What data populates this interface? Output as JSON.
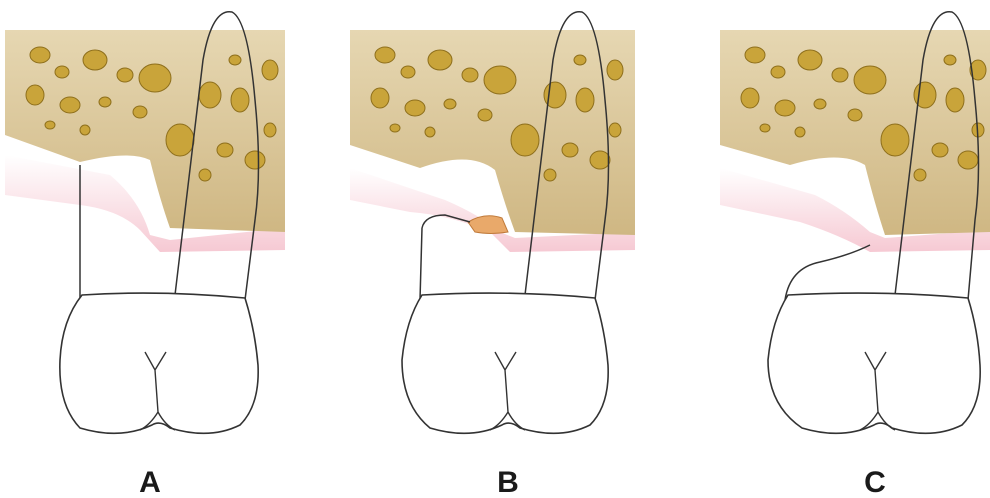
{
  "panels": [
    {
      "label": "A"
    },
    {
      "label": "B"
    },
    {
      "label": "C"
    }
  ],
  "colors": {
    "bone": "#dcc89a",
    "bone_dark": "#c8ad6e",
    "pore": "#c9a43a",
    "pore_dark": "#8e6f1c",
    "soft_tissue": "#f6d3da",
    "soft_tissue_edge": "#f0aebd",
    "tooth_fill": "#ffffff",
    "outline": "#333333",
    "calculus": "#e9a96a"
  }
}
